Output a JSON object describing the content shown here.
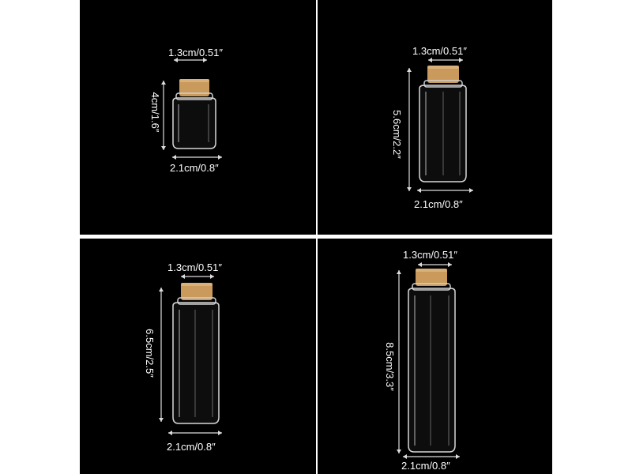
{
  "panels": [
    {
      "top_label": "1.3cm/0.51″",
      "side_label": "4cm/1.6″",
      "bottom_label": "2.1cm/0.8″"
    },
    {
      "top_label": "1.3cm/0.51″",
      "side_label": "5.6cm/2.2″",
      "bottom_label": "2.1cm/0.8″"
    },
    {
      "top_label": "1.3cm/0.51″",
      "side_label": "6.5cm/2.5″",
      "bottom_label": "2.1cm/0.8″"
    },
    {
      "top_label": "1.3cm/0.51″",
      "side_label": "8.5cm/3.3″",
      "bottom_label": "2.1cm/0.8″"
    }
  ],
  "colors": {
    "background": "#000000",
    "divider": "#ffffff",
    "cork": "#c99a5b",
    "glass": "#d8d8d8",
    "text": "#ffffff"
  }
}
